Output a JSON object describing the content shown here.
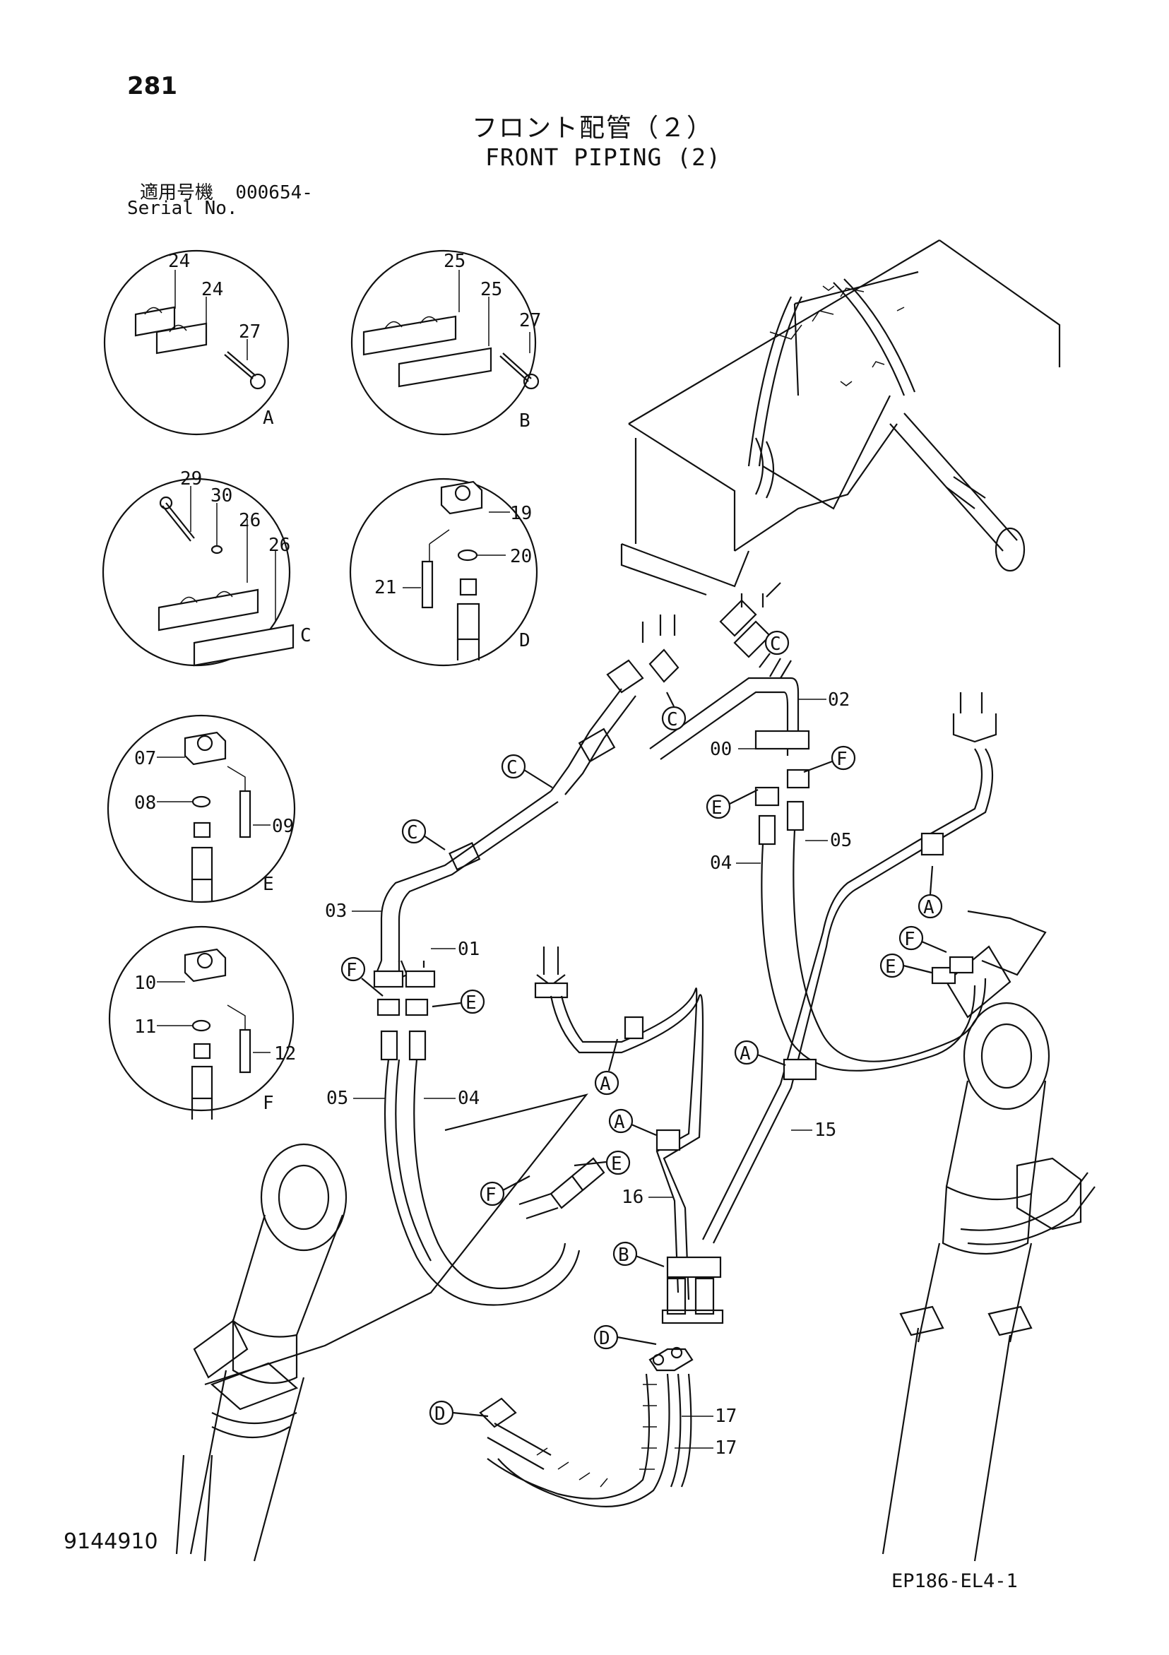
{
  "header": {
    "page_number": "281",
    "title_jp": "フロント配管（２）",
    "title_en": "FRONT PIPING (2)",
    "serial_label_jp": "適用号機",
    "serial_value": "000654-",
    "serial_label_en": "Serial No."
  },
  "footer": {
    "document_number": "9144910",
    "drawing_code": "EP186-EL4-1"
  },
  "details": [
    {
      "letter": "A",
      "parts": [
        "24",
        "24",
        "27"
      ]
    },
    {
      "letter": "B",
      "parts": [
        "25",
        "25",
        "27"
      ]
    },
    {
      "letter": "C",
      "parts": [
        "29",
        "30",
        "26",
        "26"
      ]
    },
    {
      "letter": "D",
      "parts": [
        "19",
        "20",
        "21"
      ]
    },
    {
      "letter": "E",
      "parts": [
        "07",
        "08",
        "09"
      ]
    },
    {
      "letter": "F",
      "parts": [
        "10",
        "11",
        "12"
      ]
    }
  ],
  "callouts": {
    "c_upper_right_1": "C",
    "c_upper_right_2": "C",
    "c_mid_1": "C",
    "c_mid_2": "C",
    "e_1": "E",
    "e_2": "E",
    "e_3": "E",
    "e_4": "E",
    "f_1": "F",
    "f_2": "F",
    "f_3": "F",
    "f_4": "F",
    "a_1": "A",
    "a_2": "A",
    "a_3": "A",
    "a_4": "A",
    "b_1": "B",
    "d_1": "D",
    "d_2": "D"
  },
  "part_labels": {
    "p02": "02",
    "p00": "00",
    "p05a": "05",
    "p04a": "04",
    "p03": "03",
    "p01": "01",
    "p05b": "05",
    "p04b": "04",
    "p15": "15",
    "p16": "16",
    "p17a": "17",
    "p17b": "17"
  }
}
